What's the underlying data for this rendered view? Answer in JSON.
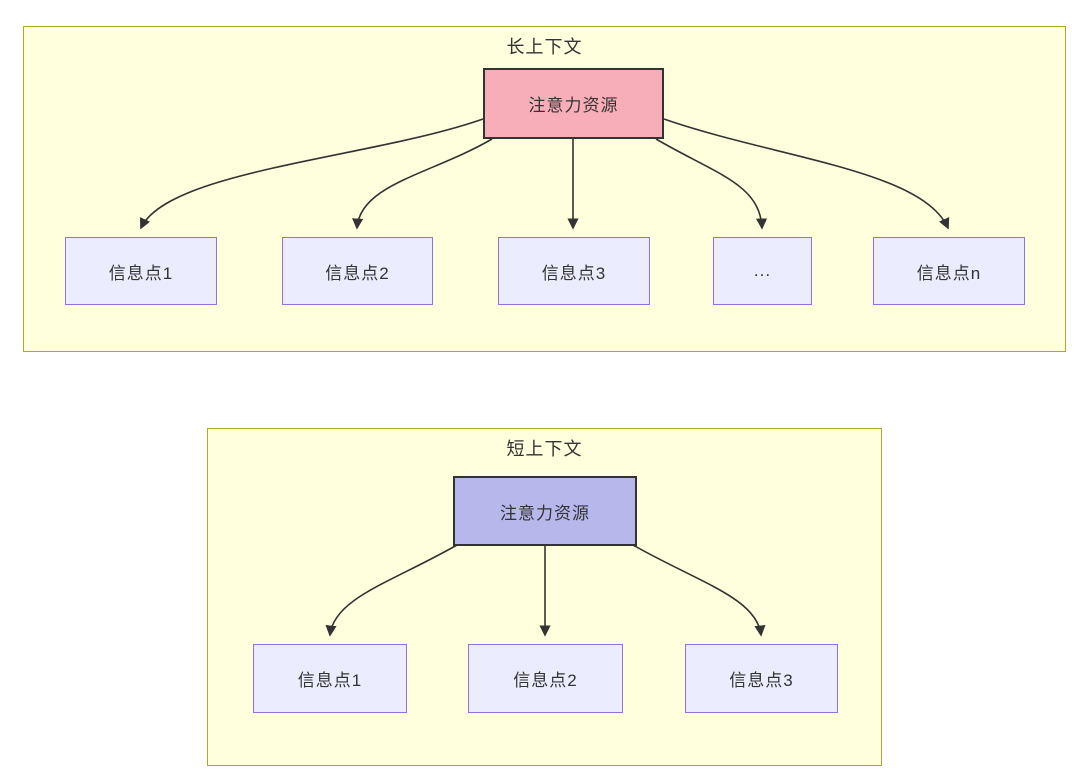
{
  "diagram": {
    "colors": {
      "panel_fill": "#ffffde",
      "panel_border": "#aaaa33",
      "info_node_fill": "#ececff",
      "info_node_border": "#9370db",
      "attention_long_fill": "#f8aeb9",
      "attention_short_fill": "#b6b7ea",
      "node_border_dark": "#333333",
      "arrow": "#333333",
      "text": "#333333"
    },
    "panels": [
      {
        "title": "长上下文",
        "attention_label": "注意力资源",
        "info_nodes": [
          "信息点1",
          "信息点2",
          "信息点3",
          "...",
          "信息点n"
        ]
      },
      {
        "title": "短上下文",
        "attention_label": "注意力资源",
        "info_nodes": [
          "信息点1",
          "信息点2",
          "信息点3"
        ]
      }
    ]
  }
}
